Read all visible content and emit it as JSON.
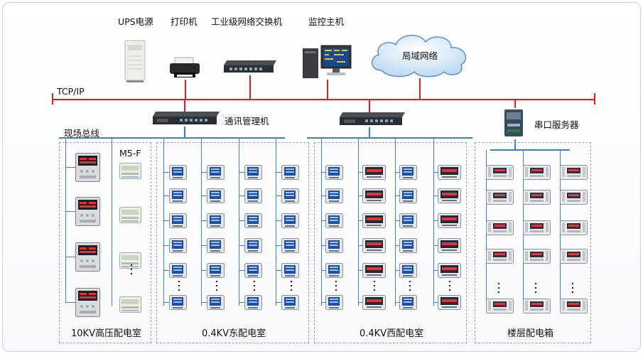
{
  "top_devices": {
    "ups": "UPS电源",
    "printer": "打印机",
    "switch": "工业级网络交换机",
    "monitor_host": "监控主机",
    "lan": "局域网络"
  },
  "network": {
    "tcpip": "TCP/IP",
    "comm_manager": "通讯管理机",
    "field_bus": "现场总线",
    "serial_server": "串口服务器"
  },
  "zones": {
    "hv_room": "10KV高压配电室",
    "east_room": "0.4KV东配电室",
    "west_room": "0.4KV西配电室",
    "floor_box": "楼层配电箱",
    "m5f": "M5-F"
  },
  "colors": {
    "tcp_line": "#e0201d",
    "bus_line": "#3d7fc9",
    "zone_border": "#9aa0a8"
  },
  "icons": [
    "ups-icon",
    "printer-icon",
    "switch-icon",
    "monitor-host-icon",
    "cloud-icon",
    "comm-manager-icon",
    "serial-server-icon",
    "meter-icon",
    "relay-icon",
    "din-meter-icon"
  ]
}
